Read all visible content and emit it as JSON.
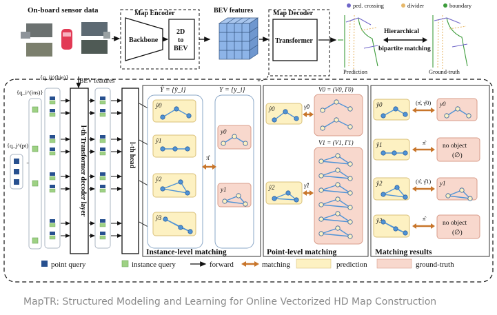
{
  "top": {
    "sensor_label": "On-board sensor data",
    "map_encoder_label": "Map Encoder",
    "backbone_label": "Backbone",
    "to_bev_line1": "2D",
    "to_bev_line2": "to",
    "to_bev_line3": "BEV",
    "bev_features_label": "BEV features",
    "map_decoder_label": "Map Decoder",
    "transformer_label": "Transformer",
    "hier_line1": "Hierarchical",
    "hier_line2": "bipartite matching",
    "prediction_label": "Prediction",
    "ground_truth_label": "Ground-truth",
    "legend_ped": "ped. crossing",
    "legend_divider": "divider",
    "legend_boundary": "boundary"
  },
  "decoder": {
    "bev_features_label": "BEV features",
    "q_hie_label": "{q_ij^(hie)}",
    "q_ins_label": "{q_i^(ins)}",
    "q_pt_label": "{q_j^(pt)}",
    "plus": "+",
    "decoder_layer_label": "l-th Transformer decoder layer",
    "head_label": "l-th head"
  },
  "instance": {
    "pred_set_label": "Ŷ = {ŷ_i}",
    "gt_set_label": "Y = {y_i}",
    "pred_items": [
      "ŷ0",
      "ŷ1",
      "ŷ2",
      "ŷ3"
    ],
    "gt_items": [
      "y0",
      "y1"
    ],
    "pi_label": "π̂",
    "title": "Instance-level matching"
  },
  "point": {
    "v0_label": "V0 = (V0, Γ0)",
    "v1_label": "V1 = (V1, Γ1)",
    "pred_items": [
      "ŷ0",
      "ŷ2"
    ],
    "gamma0": "γ̂0",
    "gamma1": "γ̂1",
    "title": "Point-level matching"
  },
  "results": {
    "pred_items": [
      "ŷ0",
      "ŷ1",
      "ŷ2",
      "ŷ3"
    ],
    "match_labels": [
      "(π̂, γ̂0)",
      "π̂",
      "(π̂, γ̂1)",
      "π̂"
    ],
    "gt_y0": "y0",
    "gt_y1": "y1",
    "no_object_line1": "no object",
    "no_object_line2": "(∅)",
    "title": "Matching results"
  },
  "legend": {
    "point_query": "point query",
    "instance_query": "instance query",
    "forward": "forward",
    "matching": "matching",
    "prediction": "prediction",
    "ground_truth": "ground-truth"
  },
  "caption": "MapTR: Structured Modeling and Learning for Online Vectorized HD Map Construction",
  "colors": {
    "prediction_fill": "#fdf1c2",
    "ground_truth_fill": "#f8d8cd",
    "point_query": "#27508f",
    "instance_query": "#9ed184",
    "edge": "#4f93d6",
    "matching_arrow": "#c8752a",
    "ped_crossing": "#6f66c8",
    "divider": "#e7b86a",
    "boundary": "#3c9c3a"
  }
}
